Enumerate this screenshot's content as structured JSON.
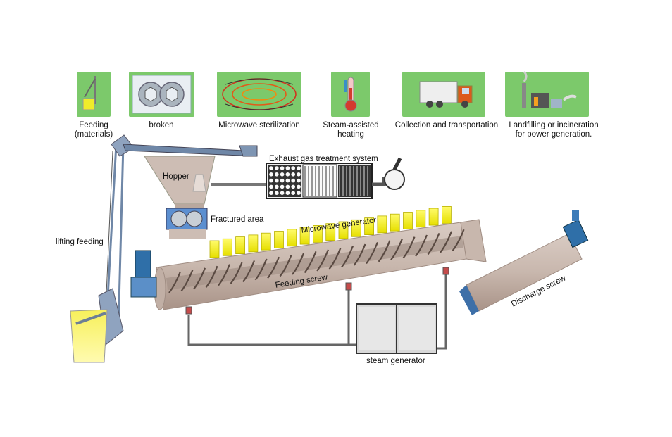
{
  "steps": [
    {
      "label": "Feeding\n(materials)",
      "icon": "feeding-bucket-icon"
    },
    {
      "label": "broken",
      "icon": "crusher-gears-icon"
    },
    {
      "label": "Microwave sterilization",
      "icon": "microwave-waves-icon"
    },
    {
      "label": "Steam-assisted\nheating",
      "icon": "thermometer-icon"
    },
    {
      "label": "Collection and transportation",
      "icon": "truck-icon"
    },
    {
      "label": "Landfilling or incineration\nfor power generation.",
      "icon": "factory-icon"
    }
  ],
  "labels": {
    "lifting_feeding": "lifting feeding",
    "hopper": "Hopper",
    "fractured_area": "Fractured area",
    "exhaust": "Exhaust gas treatment system",
    "microwave_generator": "Microwave generator",
    "feeding_screw": "Feeding screw",
    "discharge_screw": "Discharge screw",
    "steam_generator": "steam generator"
  },
  "colors": {
    "card_green": "#7cc96b",
    "machine_beige": "#cdbdb4",
    "frame_blue": "#7e95b3",
    "motor_blue": "#2f6fa8",
    "microwave_yellow": "#f4f000",
    "pipe_gray": "#666666"
  }
}
